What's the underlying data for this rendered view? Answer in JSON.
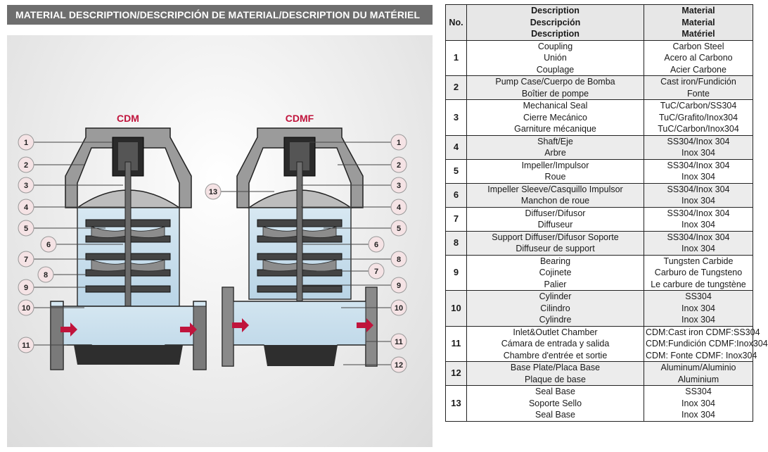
{
  "header": {
    "title": "MATERIAL DESCRIPTION/DESCRIPCIÓN DE MATERIAL/DESCRIPTION DU MATÉRIEL"
  },
  "diagram": {
    "left_label": "CDM",
    "right_label": "CDMF",
    "accent_color": "#c0143c",
    "left_callouts": [
      "1",
      "2",
      "3",
      "4",
      "5",
      "6",
      "7",
      "8",
      "9",
      "10",
      "11"
    ],
    "right_callouts": [
      "1",
      "2",
      "3",
      "4",
      "5",
      "6",
      "8",
      "7",
      "9",
      "10",
      "11",
      "12",
      "13"
    ]
  },
  "table": {
    "headers": {
      "no": "No.",
      "description": [
        "Description",
        "Descripción",
        "Description"
      ],
      "material": [
        "Material",
        "Material",
        "Matériel"
      ]
    },
    "rows": [
      {
        "no": "1",
        "description": [
          "Coupling",
          "Unión",
          "Couplage"
        ],
        "material": [
          "Carbon Steel",
          "Acero al Carbono",
          "Acier Carbone"
        ]
      },
      {
        "no": "2",
        "description": [
          "Pump Case/Cuerpo de Bomba",
          "Boîtier de pompe"
        ],
        "material": [
          "Cast iron/Fundición",
          "Fonte"
        ]
      },
      {
        "no": "3",
        "description": [
          "Mechanical Seal",
          "Cierre Mecánico",
          "Garniture mécanique"
        ],
        "material": [
          "TuC/Carbon/SS304",
          "TuC/Grafito/Inox304",
          "TuC/Carbon/Inox304"
        ]
      },
      {
        "no": "4",
        "description": [
          "Shaft/Eje",
          "Arbre"
        ],
        "material": [
          "SS304/Inox 304",
          "Inox 304"
        ]
      },
      {
        "no": "5",
        "description": [
          "Impeller/Impulsor",
          "Roue"
        ],
        "material": [
          "SS304/Inox 304",
          "Inox 304"
        ]
      },
      {
        "no": "6",
        "description": [
          "Impeller Sleeve/Casquillo Impulsor",
          "Manchon de roue"
        ],
        "material": [
          "SS304/Inox 304",
          "Inox 304"
        ]
      },
      {
        "no": "7",
        "description": [
          "Diffuser/Difusor",
          "Diffuseur"
        ],
        "material": [
          "SS304/Inox 304",
          "Inox 304"
        ]
      },
      {
        "no": "8",
        "description": [
          "Support Diffuser/Difusor Soporte",
          "Diffuseur de support"
        ],
        "material": [
          "SS304/Inox 304",
          "Inox 304"
        ]
      },
      {
        "no": "9",
        "description": [
          "Bearing",
          "Cojinete",
          "Palier"
        ],
        "material": [
          "Tungsten Carbide",
          "Carburo de Tungsteno",
          "Le carbure de tungstène"
        ]
      },
      {
        "no": "10",
        "description": [
          "Cylinder",
          "Cilindro",
          "Cylindre"
        ],
        "material": [
          "SS304",
          "Inox 304",
          "Inox 304"
        ]
      },
      {
        "no": "11",
        "description": [
          "Inlet&Outlet Chamber",
          "Cámara de entrada y salida",
          "Chambre d'entrée et sortie"
        ],
        "material": [
          "CDM:Cast iron CDMF:SS304",
          "CDM:Fundición CDMF:Inox304",
          "CDM: Fonte CDMF: Inox304"
        ]
      },
      {
        "no": "12",
        "description": [
          "Base Plate/Placa Base",
          "Plaque de base"
        ],
        "material": [
          "Aluminum/Aluminio",
          "Aluminium"
        ]
      },
      {
        "no": "13",
        "description": [
          "Seal Base",
          "Soporte Sello",
          "Seal Base"
        ],
        "material": [
          "SS304",
          "Inox 304",
          "Inox 304"
        ]
      }
    ]
  }
}
